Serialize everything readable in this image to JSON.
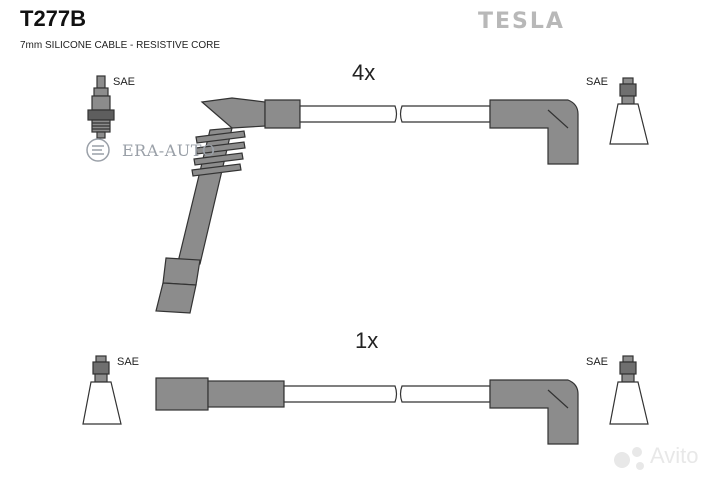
{
  "header": {
    "part_code": "T277B",
    "cable_spec": "7mm SILICONE CABLE - RESISTIVE CORE",
    "brand": "TESLA"
  },
  "top_assembly": {
    "quantity": "4x",
    "left_terminal_label": "SAE",
    "right_terminal_label": "SAE"
  },
  "bottom_assembly": {
    "quantity": "1x",
    "left_terminal_label": "SAE",
    "right_terminal_label": "SAE"
  },
  "watermarks": {
    "era": "ERA-AUTO",
    "avito": "Avito"
  },
  "colors": {
    "part_fill": "#8c8c8c",
    "outline": "#333333"
  }
}
